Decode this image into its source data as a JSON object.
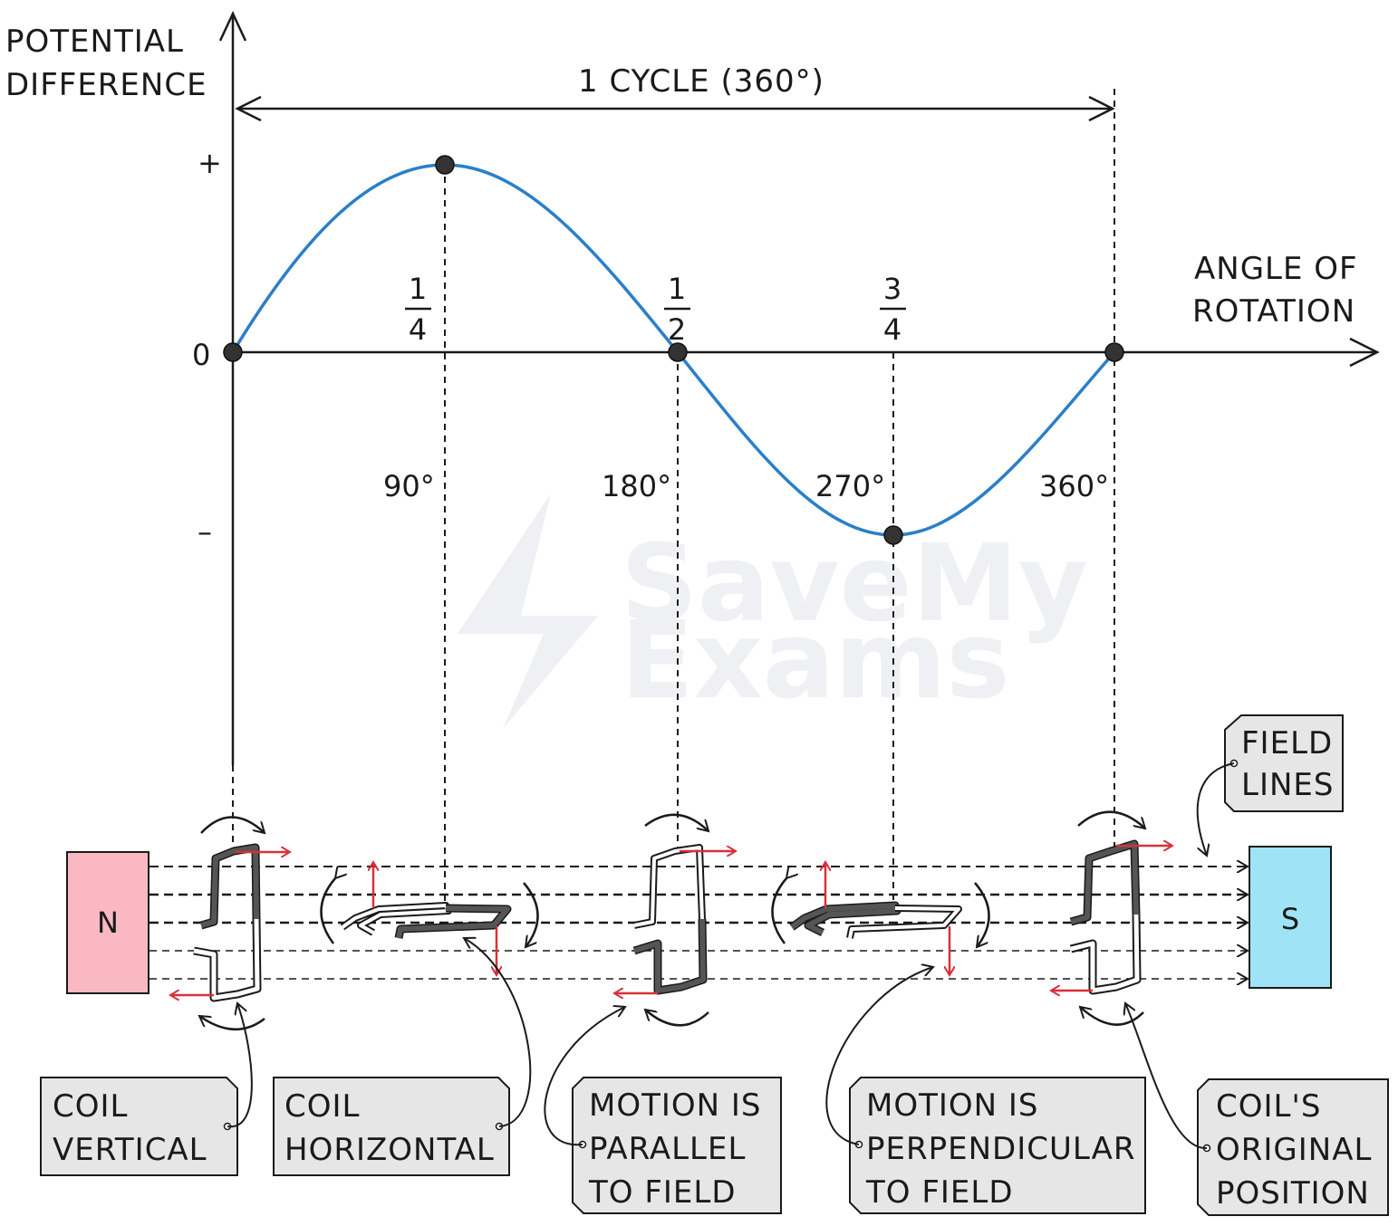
{
  "axes": {
    "y_label": [
      "POTENTIAL",
      "DIFFERENCE"
    ],
    "x_label": [
      "ANGLE OF",
      "ROTATION"
    ],
    "y_plus": "+",
    "y_zero": "0",
    "y_minus": "–"
  },
  "cycle_label": "1 CYCLE (360°)",
  "fractions": [
    {
      "num": "1",
      "den": "4"
    },
    {
      "num": "1",
      "den": "2"
    },
    {
      "num": "3",
      "den": "4"
    }
  ],
  "degrees": [
    "90°",
    "180°",
    "270°",
    "360°"
  ],
  "magnets": {
    "north": "N",
    "south": "S"
  },
  "callouts": {
    "field_lines": [
      "FIELD",
      "LINES"
    ],
    "coil_vertical": [
      "COIL",
      "VERTICAL"
    ],
    "coil_horizontal": [
      "COIL",
      "HORIZONTAL"
    ],
    "motion_parallel": [
      "MOTION IS",
      "PARALLEL",
      "TO FIELD"
    ],
    "motion_perpendicular": [
      "MOTION IS",
      "PERPENDICULAR",
      "TO FIELD"
    ],
    "original_position": [
      "COIL'S",
      "ORIGINAL",
      "POSITION"
    ]
  },
  "watermark": [
    "SaveMy",
    "Exams"
  ],
  "colors": {
    "curve": "#2a7fc8",
    "arrow": "#d8303a",
    "north": "#f9b8c2",
    "south": "#9fe3f7",
    "box": "#e6e6e6",
    "coil_dark": "#555555"
  }
}
